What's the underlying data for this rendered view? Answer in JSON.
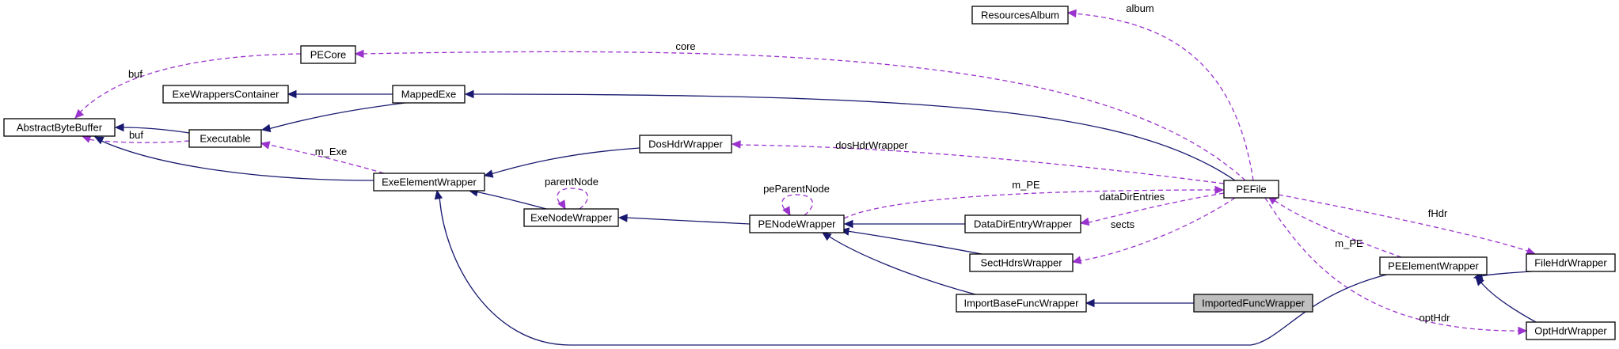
{
  "diagram": {
    "colors": {
      "inheritance_edge": "#191970",
      "usage_edge": "#9a32cd",
      "node_fill": "#ffffff",
      "focus_node_fill": "#bfbfbf"
    },
    "nodes": [
      {
        "id": "ResourcesAlbum",
        "label": "ResourcesAlbum"
      },
      {
        "id": "PECore",
        "label": "PECore"
      },
      {
        "id": "ExeWrappersContainer",
        "label": "ExeWrappersContainer"
      },
      {
        "id": "MappedExe",
        "label": "MappedExe"
      },
      {
        "id": "AbstractByteBuffer",
        "label": "AbstractByteBuffer"
      },
      {
        "id": "Executable",
        "label": "Executable"
      },
      {
        "id": "DosHdrWrapper",
        "label": "DosHdrWrapper"
      },
      {
        "id": "ExeElementWrapper",
        "label": "ExeElementWrapper"
      },
      {
        "id": "PEFile",
        "label": "PEFile"
      },
      {
        "id": "ExeNodeWrapper",
        "label": "ExeNodeWrapper"
      },
      {
        "id": "PENodeWrapper",
        "label": "PENodeWrapper"
      },
      {
        "id": "DataDirEntryWrapper",
        "label": "DataDirEntryWrapper"
      },
      {
        "id": "SectHdrsWrapper",
        "label": "SectHdrsWrapper"
      },
      {
        "id": "FileHdrWrapper",
        "label": "FileHdrWrapper"
      },
      {
        "id": "PEElementWrapper",
        "label": "PEElementWrapper"
      },
      {
        "id": "ImportBaseFuncWrapper",
        "label": "ImportBaseFuncWrapper"
      },
      {
        "id": "ImportedFuncWrapper",
        "label": "ImportedFuncWrapper",
        "focus": true
      },
      {
        "id": "OptHdrWrapper",
        "label": "OptHdrWrapper"
      }
    ],
    "edges": [
      {
        "type": "usage",
        "from": "PEFile",
        "to": "ResourcesAlbum",
        "label": "album"
      },
      {
        "type": "usage",
        "from": "PEFile",
        "to": "PECore",
        "label": "core"
      },
      {
        "type": "usage",
        "from": "PECore",
        "to": "AbstractByteBuffer",
        "label": "buf"
      },
      {
        "type": "usage",
        "from": "Executable",
        "to": "AbstractByteBuffer",
        "label": "buf"
      },
      {
        "type": "usage",
        "from": "ExeElementWrapper",
        "to": "Executable",
        "label": "m_Exe"
      },
      {
        "type": "usage",
        "from": "PEFile",
        "to": "DosHdrWrapper",
        "label": "dosHdrWrapper"
      },
      {
        "type": "usage",
        "from": "ExeNodeWrapper",
        "to": "ExeNodeWrapper",
        "label": "parentNode"
      },
      {
        "type": "usage",
        "from": "PENodeWrapper",
        "to": "PENodeWrapper",
        "label": "peParentNode"
      },
      {
        "type": "usage",
        "from": "PENodeWrapper",
        "to": "PEFile",
        "label": "m_PE"
      },
      {
        "type": "usage",
        "from": "PEFile",
        "to": "DataDirEntryWrapper",
        "label": "dataDirEntries"
      },
      {
        "type": "usage",
        "from": "PEFile",
        "to": "SectHdrsWrapper",
        "label": "sects"
      },
      {
        "type": "usage",
        "from": "PEFile",
        "to": "FileHdrWrapper",
        "label": "fHdr"
      },
      {
        "type": "usage",
        "from": "PEElementWrapper",
        "to": "PEFile",
        "label": "m_PE"
      },
      {
        "type": "usage",
        "from": "PEFile",
        "to": "OptHdrWrapper",
        "label": "optHdr"
      },
      {
        "type": "inheritance",
        "from": "MappedExe",
        "to": "ExeWrappersContainer"
      },
      {
        "type": "inheritance",
        "from": "MappedExe",
        "to": "Executable"
      },
      {
        "type": "inheritance",
        "from": "PEFile",
        "to": "MappedExe"
      },
      {
        "type": "inheritance",
        "from": "Executable",
        "to": "AbstractByteBuffer"
      },
      {
        "type": "inheritance",
        "from": "ExeElementWrapper",
        "to": "AbstractByteBuffer"
      },
      {
        "type": "inheritance",
        "from": "DosHdrWrapper",
        "to": "ExeElementWrapper"
      },
      {
        "type": "inheritance",
        "from": "ExeNodeWrapper",
        "to": "ExeElementWrapper"
      },
      {
        "type": "inheritance",
        "from": "PENodeWrapper",
        "to": "ExeNodeWrapper"
      },
      {
        "type": "inheritance",
        "from": "DataDirEntryWrapper",
        "to": "PENodeWrapper"
      },
      {
        "type": "inheritance",
        "from": "SectHdrsWrapper",
        "to": "PENodeWrapper"
      },
      {
        "type": "inheritance",
        "from": "ImportBaseFuncWrapper",
        "to": "PENodeWrapper"
      },
      {
        "type": "inheritance",
        "from": "ImportedFuncWrapper",
        "to": "ImportBaseFuncWrapper"
      },
      {
        "type": "inheritance",
        "from": "FileHdrWrapper",
        "to": "PEElementWrapper"
      },
      {
        "type": "inheritance",
        "from": "OptHdrWrapper",
        "to": "PEElementWrapper"
      },
      {
        "type": "inheritance",
        "from": "PEElementWrapper",
        "to": "ExeElementWrapper"
      }
    ]
  }
}
